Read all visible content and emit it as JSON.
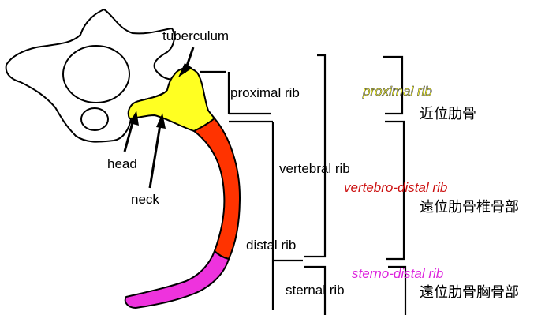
{
  "anatomy_labels": {
    "tuberculum": "tuberculum",
    "head": "head",
    "neck": "neck"
  },
  "segment_labels": {
    "proximal_rib": "proximal rib",
    "vertebral_rib": "vertebral rib",
    "distal_rib": "distal rib",
    "sternal_rib": "sternal rib"
  },
  "terms": {
    "proximal": {
      "en": "proximal rib",
      "ja": "近位肋骨",
      "color": "#ffff33"
    },
    "vertebro_distal": {
      "en": "vertebro-distal rib",
      "ja": "遠位肋骨椎骨部",
      "color": "#cc1111"
    },
    "sterno_distal": {
      "en": "sterno-distal rib",
      "ja": "遠位肋骨胸骨部",
      "color": "#dd22dd"
    }
  },
  "colors": {
    "proximal_segment": "#ffff22",
    "vertebral_distal_segment": "#ff3300",
    "sternal_segment": "#ee33dd"
  }
}
